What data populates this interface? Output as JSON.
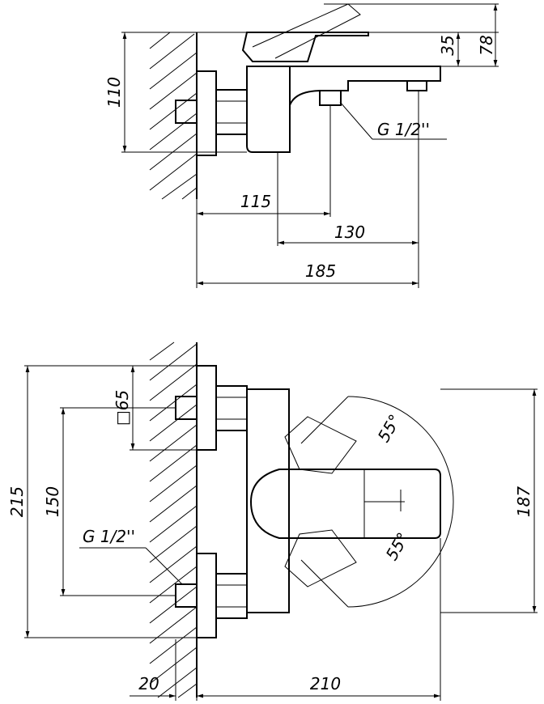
{
  "side_view": {
    "dim_height_total": "78",
    "dim_height_lever": "35",
    "dim_height_body": "110",
    "thread_label": "G 1/2''",
    "dim_wall_to_inlet": "115",
    "dim_body_to_spout": "130",
    "dim_wall_to_spout": "185"
  },
  "front_view": {
    "square_label": "□65",
    "dim_height_total": "215",
    "dim_inlet_spacing": "150",
    "thread_label": "G 1/2''",
    "angle_upper": "55°",
    "angle_lower": "55°",
    "dim_body_height": "187",
    "dim_wall_offset": "20",
    "dim_projection": "210"
  }
}
